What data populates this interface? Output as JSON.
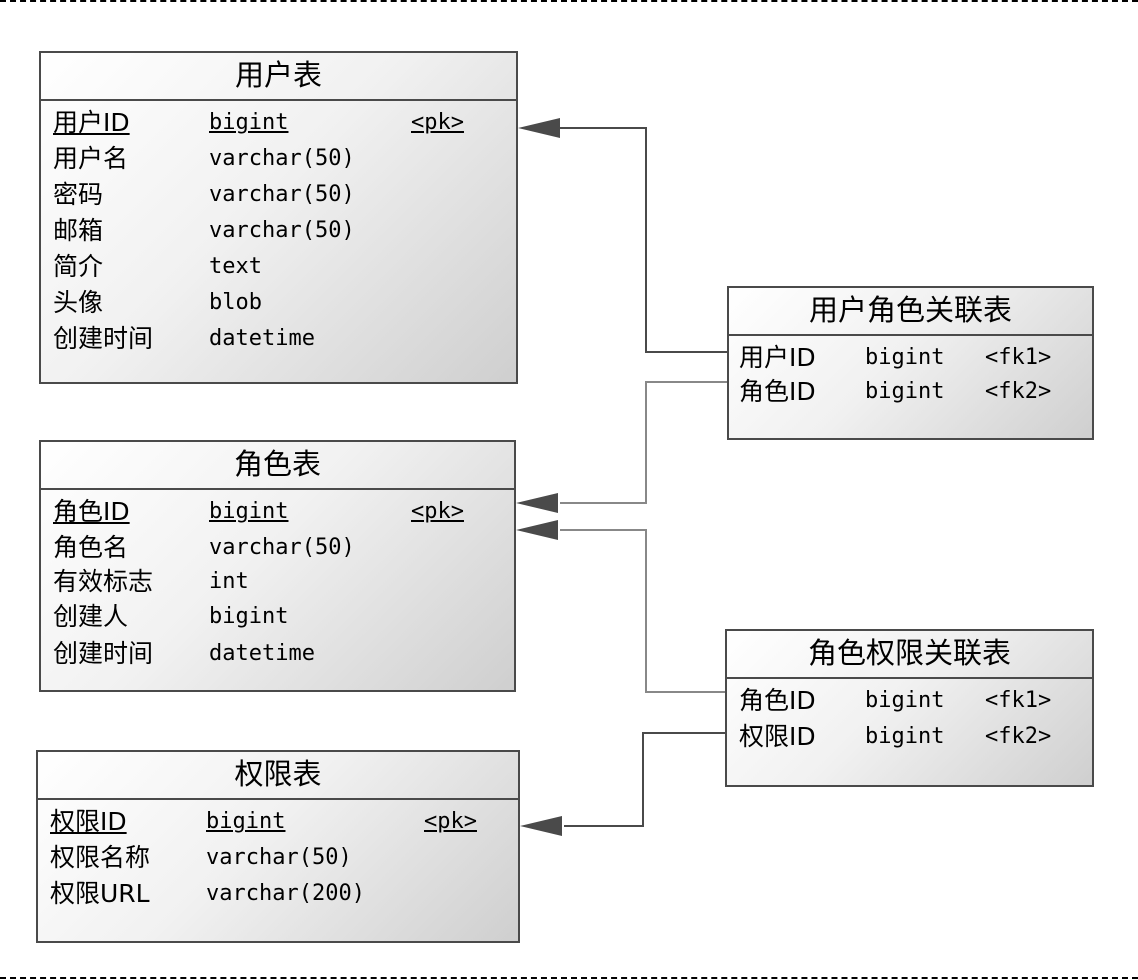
{
  "entities": {
    "users": {
      "title": "用户表",
      "columns": [
        {
          "name": "用户ID",
          "type": "bigint",
          "key": "<pk>"
        },
        {
          "name": "用户名",
          "type": "varchar(50)",
          "key": ""
        },
        {
          "name": "密码",
          "type": "varchar(50)",
          "key": ""
        },
        {
          "name": "邮箱",
          "type": "varchar(50)",
          "key": ""
        },
        {
          "name": "简介",
          "type": "text",
          "key": ""
        },
        {
          "name": "头像",
          "type": "blob",
          "key": ""
        },
        {
          "name": "创建时间",
          "type": "datetime",
          "key": ""
        }
      ]
    },
    "roles": {
      "title": "角色表",
      "columns": [
        {
          "name": "角色ID",
          "type": "bigint",
          "key": "<pk>"
        },
        {
          "name": "角色名",
          "type": "varchar(50)",
          "key": ""
        },
        {
          "name": "有效标志",
          "type": "int",
          "key": ""
        },
        {
          "name": "创建人",
          "type": "bigint",
          "key": ""
        },
        {
          "name": "创建时间",
          "type": "datetime",
          "key": ""
        }
      ]
    },
    "permissions": {
      "title": "权限表",
      "columns": [
        {
          "name": "权限ID",
          "type": "bigint",
          "key": "<pk>"
        },
        {
          "name": "权限名称",
          "type": "varchar(50)",
          "key": ""
        },
        {
          "name": "权限URL",
          "type": "varchar(200)",
          "key": ""
        }
      ]
    },
    "user_role": {
      "title": "用户角色关联表",
      "columns": [
        {
          "name": "用户ID",
          "type": "bigint",
          "key": "<fk1>"
        },
        {
          "name": "角色ID",
          "type": "bigint",
          "key": "<fk2>"
        }
      ]
    },
    "role_permission": {
      "title": "角色权限关联表",
      "columns": [
        {
          "name": "角色ID",
          "type": "bigint",
          "key": "<fk1>"
        },
        {
          "name": "权限ID",
          "type": "bigint",
          "key": "<fk2>"
        }
      ]
    }
  },
  "colors": {
    "line": "#4a4a4a",
    "border": "#4a4a4a"
  }
}
